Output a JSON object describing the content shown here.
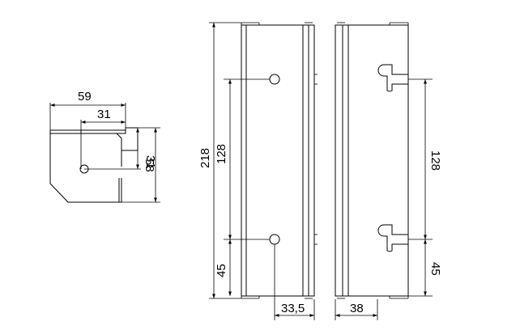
{
  "drawing": {
    "side_view": {
      "dim_width_total": "59",
      "dim_width_inner": "31",
      "dim_height_inner": "31",
      "dim_height_total": "58"
    },
    "front_view": {
      "dim_total_height": "218",
      "dim_hole_spacing": "128",
      "dim_bottom_offset": "45",
      "dim_hole_from_edge": "33,5"
    },
    "back_view": {
      "dim_slot_spacing": "128",
      "dim_bottom_offset": "45",
      "dim_width": "38"
    }
  }
}
